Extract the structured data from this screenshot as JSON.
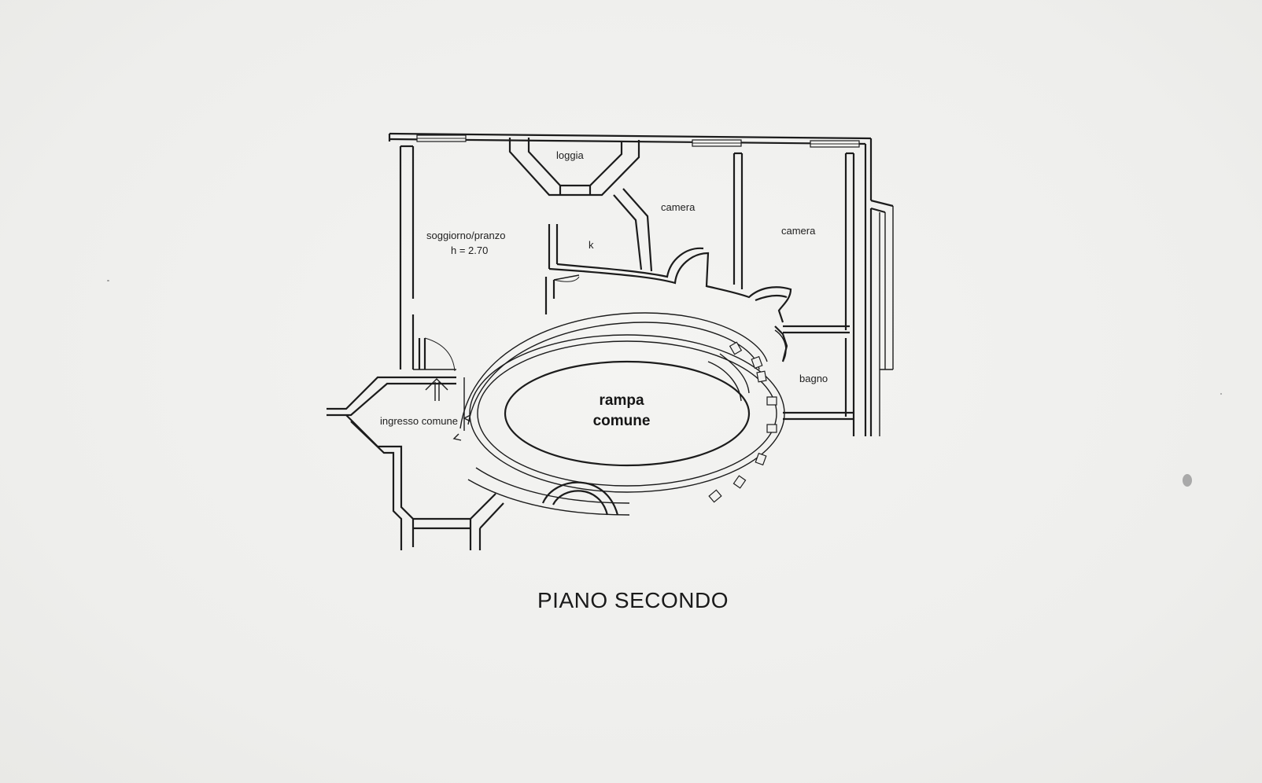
{
  "title": "PIANO SECONDO",
  "rooms": {
    "loggia": "loggia",
    "soggiorno_name": "soggiorno/pranzo",
    "soggiorno_height": "h = 2.70",
    "kitchen": "k",
    "camera_1": "camera",
    "camera_2": "camera",
    "bagno": "bagno",
    "ingresso": "ingresso comune",
    "rampa_line1": "rampa",
    "rampa_line2": "comune"
  },
  "colors": {
    "paper": "#f1f1ef",
    "ink": "#1c1c1c"
  }
}
